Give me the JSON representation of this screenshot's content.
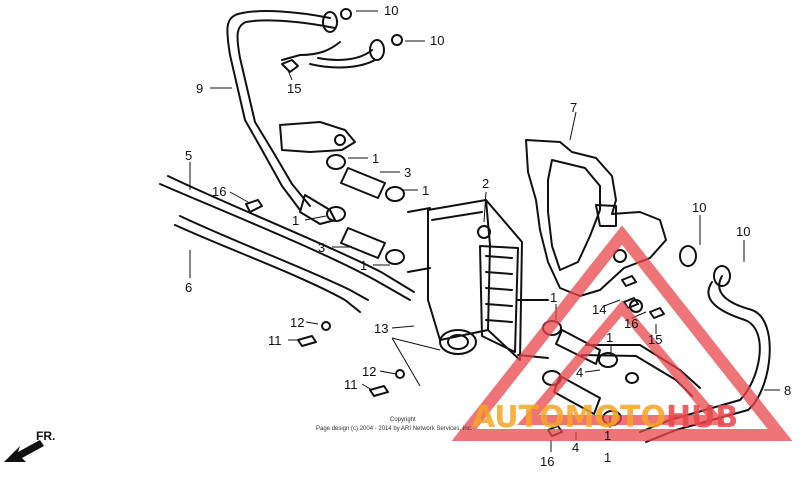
{
  "diagram": {
    "callouts": [
      "10",
      "10",
      "15",
      "9",
      "7",
      "1",
      "3",
      "1",
      "2",
      "16",
      "5",
      "1",
      "3",
      "1",
      "6",
      "10",
      "10",
      "1",
      "14",
      "16",
      "15",
      "12",
      "11",
      "13",
      "1",
      "12",
      "11",
      "4",
      "8",
      "1",
      "4",
      "16",
      "1"
    ],
    "front_label": "FR.",
    "copyright_line1": "Copyright",
    "copyright_line2": "Page design (c) 2004 - 2014 by ARI Network Services, Inc."
  },
  "watermark": {
    "part1": "AUTO",
    "part2": "MOTO",
    "part3": "HUB",
    "color_orange": "#f5a623",
    "color_red": "#e8454a"
  }
}
